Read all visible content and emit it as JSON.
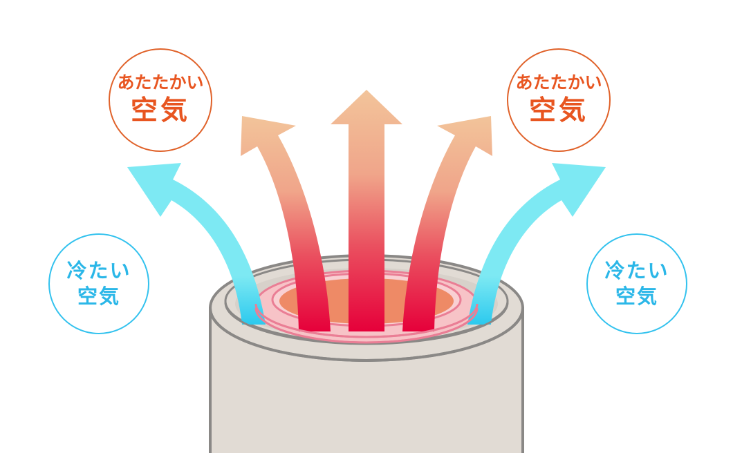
{
  "labels": {
    "warm_air": {
      "line1": "あたたかい",
      "line2": "空気"
    },
    "cool_air": {
      "line1": "冷たい",
      "line2": "空気"
    }
  },
  "colors": {
    "warm_text": "#e85520",
    "warm_border": "#e0622a",
    "cool_text": "#2bb7e8",
    "cool_border": "#33c2ee",
    "warm_arrow_top": "#f2c49a",
    "warm_arrow_bottom": "#e6003a",
    "cool_arrow": "#7de9f3",
    "pipe_body": "#e1dbd4",
    "pipe_outline": "#8a8886",
    "ring_pink": "#f7c3c7",
    "ring_outline": "#ea7e95",
    "inner_floor": "#ee8a66"
  },
  "icons": [
    "warm-air-arrow",
    "cool-air-arrow",
    "pipe-cylinder"
  ]
}
